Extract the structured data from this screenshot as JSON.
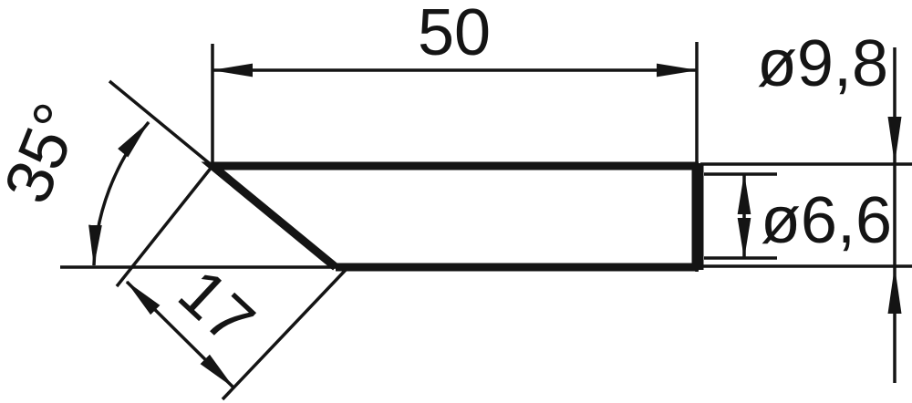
{
  "drawing": {
    "description": "Technical dimension drawing of a chisel-shaped soldering iron tip",
    "colors": {
      "line": "#141414",
      "background": "#ffffff"
    },
    "dimensions": {
      "length": "50",
      "outer_diameter": "ø9,8",
      "inner_diameter": "ø6,6",
      "bevel_angle": "35°",
      "bevel_length": "17"
    }
  }
}
